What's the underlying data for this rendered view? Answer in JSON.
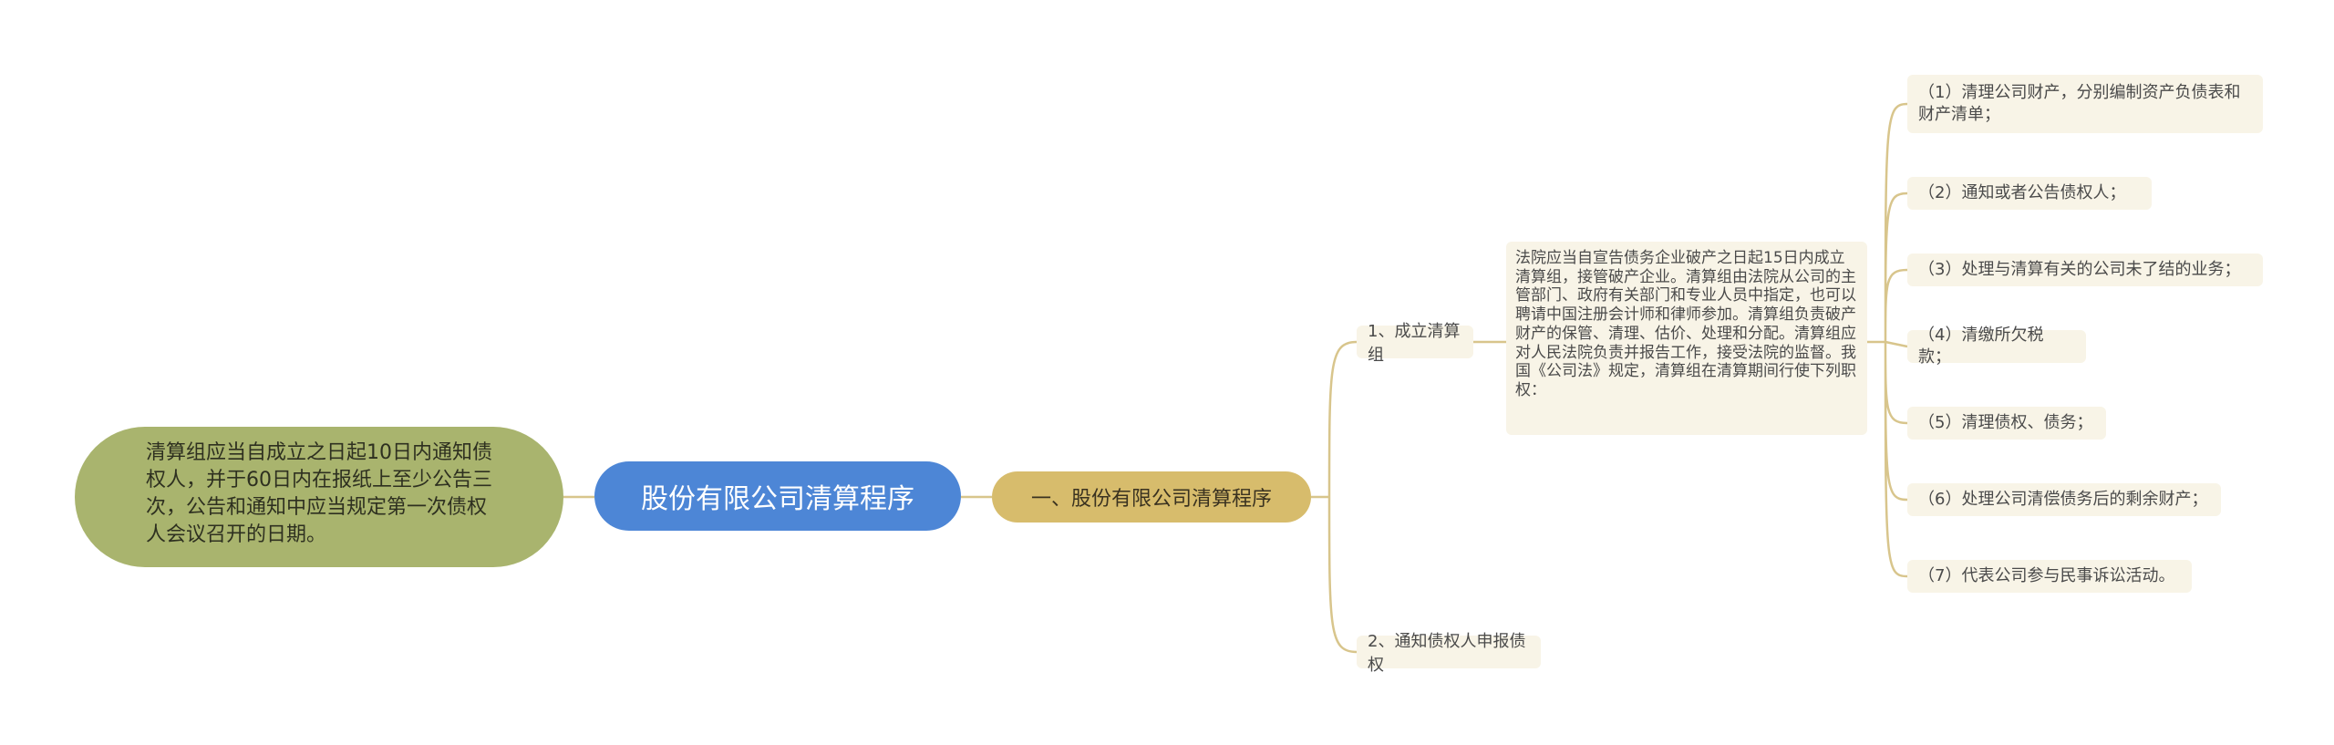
{
  "center": {
    "label": "股份有限公司清算程序"
  },
  "left_note": {
    "text": "清算组应当自成立之日起10日内通知债权人，并于60日内在报纸上至少公告三次，公告和通知中应当规定第一次债权人会议召开的日期。"
  },
  "level1": {
    "label": "一、股份有限公司清算程序"
  },
  "branches": [
    {
      "label": "1、成立清算组"
    },
    {
      "label": "2、通知债权人申报债权"
    }
  ],
  "description": {
    "text": "法院应当自宣告债务企业破产之日起15日内成立清算组，接管破产企业。清算组由法院从公司的主管部门、政府有关部门和专业人员中指定，也可以聘请中国注册会计师和律师参加。清算组负责破产财产的保管、清理、估价、处理和分配。清算组应对人民法院负责并报告工作，接受法院的监督。我国《公司法》规定，清算组在清算期间行使下列职权："
  },
  "duties": [
    "（1）清理公司财产，分别编制资产负债表和财产清单；",
    "（2）通知或者公告债权人；",
    "（3）处理与清算有关的公司未了结的业务；",
    "（4）清缴所欠税款；",
    "（5）清理债权、债务；",
    "（6）处理公司清偿债务后的剩余财产；",
    "（7）代表公司参与民事诉讼活动。"
  ],
  "colors": {
    "center": "#4d86d6",
    "left_note": "#a9b46e",
    "level1": "#d7bc6c",
    "leaf_bg": "#f8f4e7",
    "connector": "#d8c58c"
  }
}
